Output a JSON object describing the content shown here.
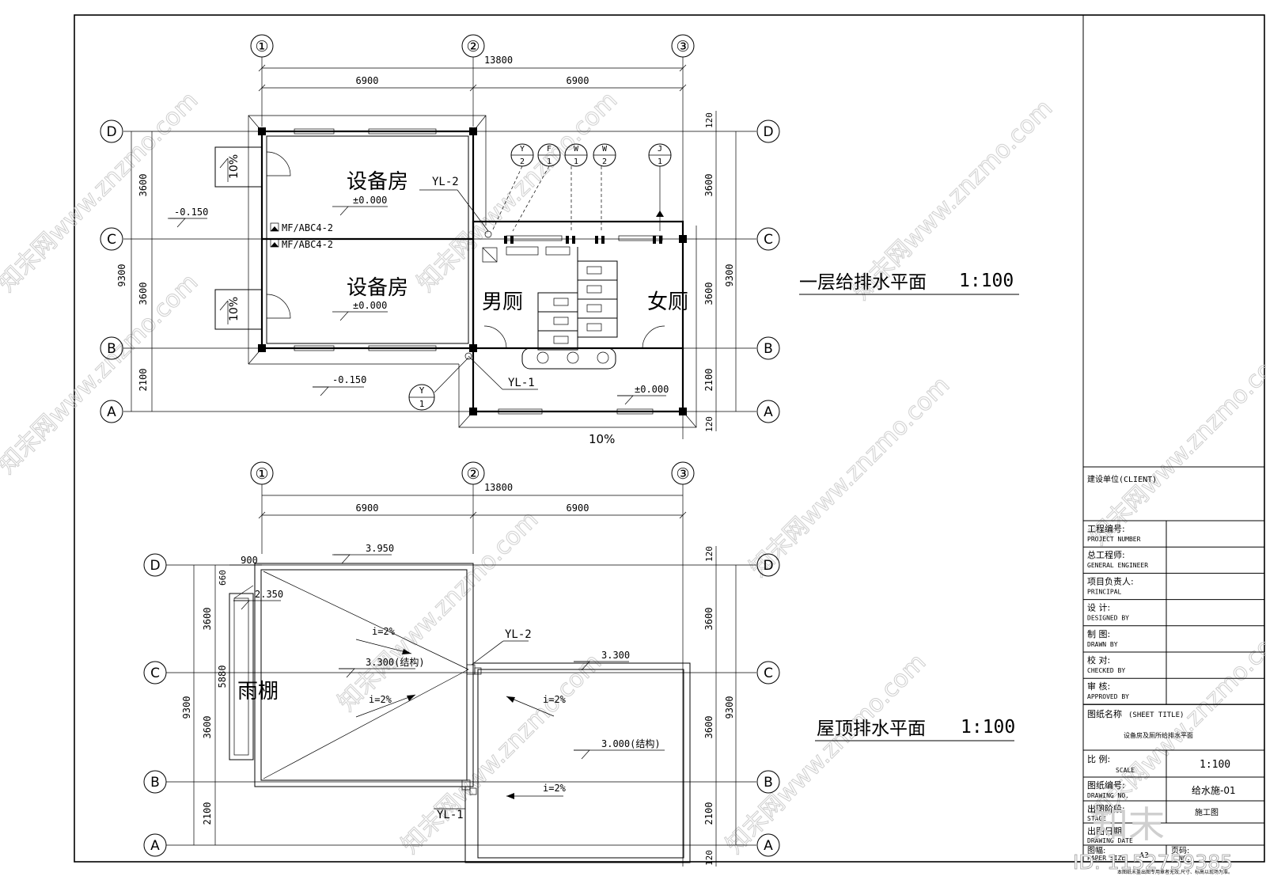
{
  "watermark": {
    "text": "知末网www.znzmo.com",
    "brand": "知末",
    "id_label": "ID: 1152759385"
  },
  "plan1": {
    "title": "一层给排水平面",
    "scale": "1:100",
    "total_dim": "13800",
    "bay_dims": [
      "6900",
      "6900"
    ],
    "left_dims": [
      "3600",
      "3600",
      "2100"
    ],
    "right_dims": [
      "120",
      "3600",
      "3600",
      "2100",
      "120"
    ],
    "total_side": "9300",
    "rooms": {
      "equip_top": "设备房",
      "equip_bottom": "设备房",
      "men": "男厕",
      "women": "女厕"
    },
    "levels": {
      "equip_top": "±0.000",
      "equip_bottom": "±0.000",
      "outside_left": "-0.150",
      "outside_bottom": "-0.150",
      "toilet": "±0.000"
    },
    "extinguishers": [
      "MF/ABC4-2",
      "MF/ABC4-2"
    ],
    "pipes": {
      "yl2": "YL-2",
      "yl1": "YL-1"
    },
    "slopes": [
      "10%",
      "10%",
      "10%"
    ],
    "risers": [
      {
        "top": "Y",
        "bottom": "2"
      },
      {
        "top": "F",
        "bottom": "1"
      },
      {
        "top": "W",
        "bottom": "1"
      },
      {
        "top": "W",
        "bottom": "2"
      },
      {
        "top": "J",
        "bottom": "1"
      }
    ],
    "riser_y1": {
      "top": "Y",
      "bottom": "1"
    }
  },
  "plan2": {
    "title": "屋顶排水平面",
    "scale": "1:100",
    "total_dim": "13800",
    "bay_dims": [
      "6900",
      "6900"
    ],
    "left_dims": [
      "900",
      "660",
      "3600",
      "5880",
      "3600",
      "2100"
    ],
    "right_dims": [
      "120",
      "3600",
      "3600",
      "2100",
      "120"
    ],
    "total_side": "9300",
    "canopy": "雨棚",
    "levels": {
      "top": "3.950",
      "canopy": "2.350",
      "left_roof": "3.300(结构)",
      "right_top": "3.300",
      "right_roof": "3.000(结构)"
    },
    "slopes": [
      "i=2%",
      "i=2%",
      "i=2%",
      "i=2%"
    ],
    "pipes": {
      "yl2": "YL-2",
      "yl1": "YL-1"
    }
  },
  "axes": {
    "columns": [
      "①",
      "②",
      "③"
    ],
    "rows": [
      "D",
      "C",
      "B",
      "A"
    ]
  },
  "title_block": {
    "client_label": "建设单位(CLIENT)",
    "rows": [
      {
        "cn": "工程编号:",
        "en": "PROJECT NUMBER",
        "value": ""
      },
      {
        "cn": "总工程师:",
        "en": "GENERAL ENGINEER",
        "value": ""
      },
      {
        "cn": "项目负责人:",
        "en": "PRINCIPAL",
        "value": ""
      },
      {
        "cn": "设 计:",
        "en": "DESIGNED BY",
        "value": ""
      },
      {
        "cn": "制 图:",
        "en": "DRAWN BY",
        "value": ""
      },
      {
        "cn": "校 对:",
        "en": "CHECKED BY",
        "value": ""
      },
      {
        "cn": "审 核:",
        "en": "APPROVED BY",
        "value": ""
      }
    ],
    "sheet_title_label": "图纸名称",
    "sheet_title_en": "(SHEET TITLE)",
    "sheet_title_value": "设备房及厕所给排水平面",
    "scale_cn": "比 例:",
    "scale_en": "SCALE",
    "scale_value": "1:100",
    "drawing_no_cn": "图纸编号:",
    "drawing_no_en": "DRAWING NO.",
    "drawing_no_value": "给水施-01",
    "stage_cn": "出图阶段:",
    "stage_en": "STAGE",
    "stage_value": "施工图",
    "date_cn": "出图日期:",
    "date_en": "DRAWING DATE",
    "size_cn": "图幅:",
    "size_en": "PAPER SIZE",
    "size_value": "A3",
    "page_cn": "页码:",
    "page_en": "NO.",
    "footnote": "本图纸未盖出图专用章者无效;尺寸、标高以现场为准。"
  }
}
